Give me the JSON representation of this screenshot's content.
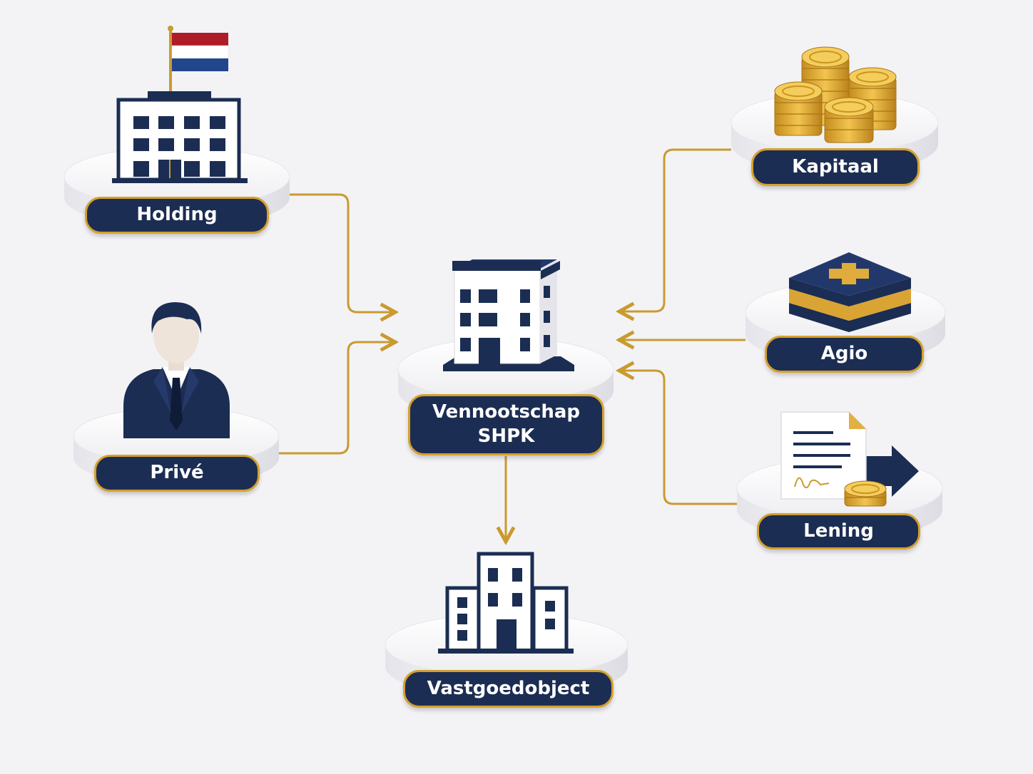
{
  "colors": {
    "navy": "#1b2d52",
    "gold": "#d5a02c",
    "connector": "#c99a2e",
    "background": "#f3f3f6",
    "pedestal": "#f7f7f9"
  },
  "nodes": {
    "holding": {
      "label": "Holding",
      "icon": "office-building-with-dutch-flag-icon"
    },
    "prive": {
      "label": "Privé",
      "icon": "businessman-icon"
    },
    "vennootschap": {
      "line1": "Vennootschap",
      "line2": "SHPK",
      "icon": "office-building-icon"
    },
    "vastgoed": {
      "label": "Vastgoedobject",
      "icon": "building-complex-icon"
    },
    "kapitaal": {
      "label": "Kapitaal",
      "icon": "gold-coins-icon"
    },
    "agio": {
      "label": "Agio",
      "icon": "plus-block-icon"
    },
    "lening": {
      "label": "Lening",
      "icon": "loan-document-icon"
    }
  },
  "flag_colors": [
    "#ae1c28",
    "#ffffff",
    "#21468b"
  ]
}
